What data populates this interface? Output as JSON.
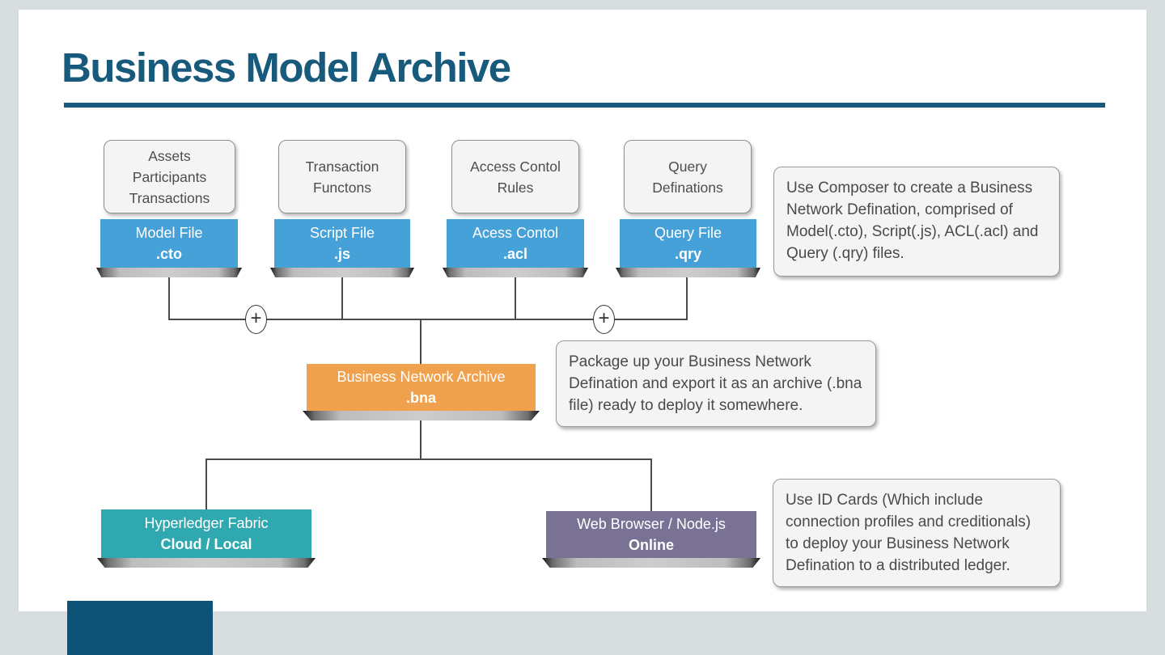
{
  "title": "Business Model Archive",
  "colors": {
    "accent": "#175A7C",
    "file_box_blue": "#47A1D9",
    "archive_orange": "#F0A14E",
    "fabric_teal": "#2FA8B0",
    "web_purple": "#7A7295",
    "page_background": "#D8DDE0"
  },
  "plus": "+",
  "columns": [
    {
      "source": "Assets Participants Transactions",
      "file": "Model File",
      "ext": ".cto"
    },
    {
      "source": "Transaction Functons",
      "file": "Script File",
      "ext": ".js"
    },
    {
      "source": "Access Contol Rules",
      "file": "Acess Contol",
      "ext": ".acl"
    },
    {
      "source": "Query Definations",
      "file": "Query File",
      "ext": ".qry"
    }
  ],
  "archive": {
    "name": "Business Network Archive",
    "ext": ".bna"
  },
  "targets": [
    {
      "name": "Hyperledger Fabric",
      "mode": "Cloud / Local"
    },
    {
      "name": "Web Browser / Node.js",
      "mode": "Online"
    }
  ],
  "notes": {
    "compose": "Use Composer to create a Business Network Defination, comprised of Model(.cto), Script(.js), ACL(.acl) and Query (.qry) files.",
    "package": "Package up your Business Network Defination and export it as an archive (.bna file) ready to deploy it somewhere.",
    "deploy": "Use ID Cards (Which include connection profiles and creditionals) to deploy your Business Network Defination to a distributed ledger."
  }
}
